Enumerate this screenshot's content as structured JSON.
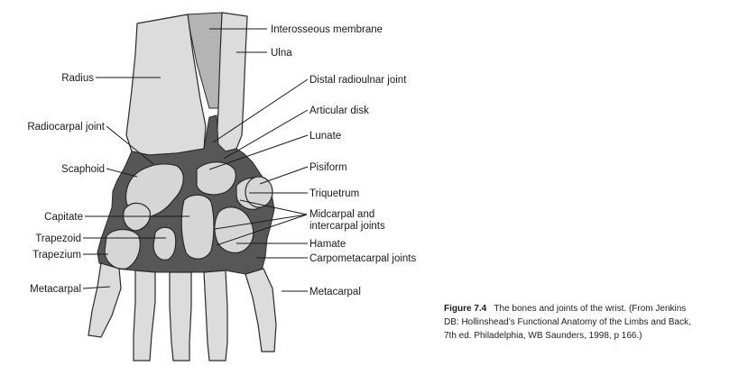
{
  "labels": {
    "interosseous_membrane": "Interosseous membrane",
    "ulna": "Ulna",
    "radius": "Radius",
    "distal_radioulnar_joint": "Distal radioulnar joint",
    "articular_disk": "Articular disk",
    "radiocarpal_joint": "Radiocarpal joint",
    "lunate": "Lunate",
    "scaphoid": "Scaphoid",
    "pisiform": "Pisiform",
    "triquetrum": "Triquetrum",
    "capitate": "Capitate",
    "midcarpal_line1": "Midcarpal and",
    "midcarpal_line2": "intercarpal joints",
    "trapezoid": "Trapezoid",
    "hamate": "Hamate",
    "trapezium": "Trapezium",
    "carpometacarpal_joints": "Carpometacarpal joints",
    "metacarpal_left": "Metacarpal",
    "metacarpal_right": "Metacarpal"
  },
  "caption": {
    "figure_number": "Figure 7.4",
    "title": "The bones and joints of the wrist.",
    "citation_line1": "(From Jenkins",
    "citation_line2": "DB: Hollinshead’s Functional Anatomy of the Limbs and Back,",
    "citation_line3": "7th ed. Philadelphia, WB Saunders, 1998, p 166.)"
  },
  "colors": {
    "bone": "#d6d6d6",
    "joint": "#575757",
    "membrane": "#b4b4b4",
    "line": "#1a1a1a"
  }
}
